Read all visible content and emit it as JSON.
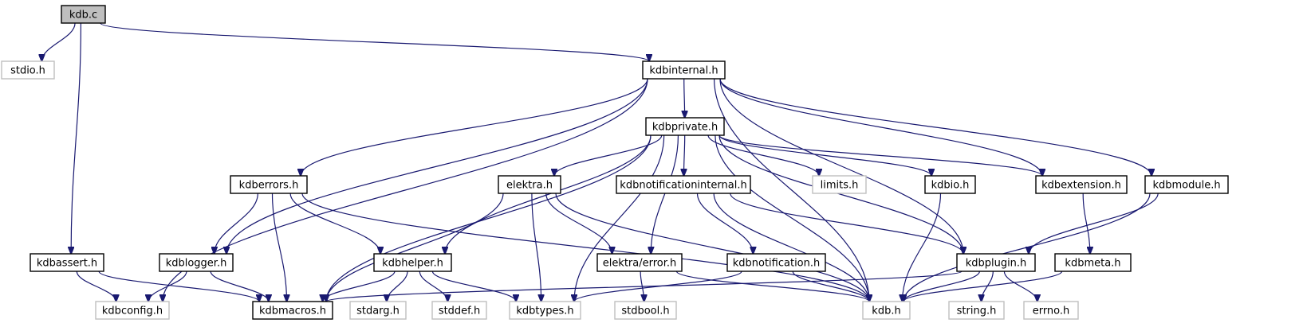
{
  "title": "kdb.c include dependency graph",
  "colors": {
    "edge": "#191970",
    "root_fill": "#bfbfbf",
    "root_stroke": "#000000",
    "node_fill": "#ffffff",
    "node_stroke": "#000000",
    "external_stroke": "#bfbfbf"
  },
  "nodes": [
    {
      "id": "kdb_c",
      "label": "kdb.c",
      "kind": "root"
    },
    {
      "id": "stdio_h",
      "label": "stdio.h",
      "kind": "external"
    },
    {
      "id": "kdbinternal_h",
      "label": "kdbinternal.h",
      "kind": "local"
    },
    {
      "id": "kdbprivate_h",
      "label": "kdbprivate.h",
      "kind": "local"
    },
    {
      "id": "kdberrors_h",
      "label": "kdberrors.h",
      "kind": "local"
    },
    {
      "id": "elektra_h",
      "label": "elektra.h",
      "kind": "local"
    },
    {
      "id": "kdbnotificationinternal_h",
      "label": "kdbnotificationinternal.h",
      "kind": "local"
    },
    {
      "id": "limits_h",
      "label": "limits.h",
      "kind": "external"
    },
    {
      "id": "kdbio_h",
      "label": "kdbio.h",
      "kind": "local"
    },
    {
      "id": "kdbextension_h",
      "label": "kdbextension.h",
      "kind": "local"
    },
    {
      "id": "kdbmodule_h",
      "label": "kdbmodule.h",
      "kind": "local"
    },
    {
      "id": "kdbassert_h",
      "label": "kdbassert.h",
      "kind": "local"
    },
    {
      "id": "kdblogger_h",
      "label": "kdblogger.h",
      "kind": "local"
    },
    {
      "id": "kdbhelper_h",
      "label": "kdbhelper.h",
      "kind": "local"
    },
    {
      "id": "elektra_error_h",
      "label": "elektra/error.h",
      "kind": "local"
    },
    {
      "id": "kdbnotification_h",
      "label": "kdbnotification.h",
      "kind": "local"
    },
    {
      "id": "kdbplugin_h",
      "label": "kdbplugin.h",
      "kind": "local"
    },
    {
      "id": "kdbmeta_h",
      "label": "kdbmeta.h",
      "kind": "local"
    },
    {
      "id": "kdbconfig_h",
      "label": "kdbconfig.h",
      "kind": "external"
    },
    {
      "id": "kdbmacros_h",
      "label": "kdbmacros.h",
      "kind": "local"
    },
    {
      "id": "stdarg_h",
      "label": "stdarg.h",
      "kind": "external"
    },
    {
      "id": "stddef_h",
      "label": "stddef.h",
      "kind": "external"
    },
    {
      "id": "kdbtypes_h",
      "label": "kdbtypes.h",
      "kind": "external"
    },
    {
      "id": "stdbool_h",
      "label": "stdbool.h",
      "kind": "external"
    },
    {
      "id": "kdb_h",
      "label": "kdb.h",
      "kind": "external"
    },
    {
      "id": "string_h",
      "label": "string.h",
      "kind": "external"
    },
    {
      "id": "errno_h",
      "label": "errno.h",
      "kind": "external"
    }
  ],
  "edges": [
    [
      "kdb_c",
      "stdio_h"
    ],
    [
      "kdb_c",
      "kdbinternal_h"
    ],
    [
      "kdb_c",
      "kdbassert_h"
    ],
    [
      "kdbinternal_h",
      "kdbprivate_h"
    ],
    [
      "kdbinternal_h",
      "kdberrors_h"
    ],
    [
      "kdbinternal_h",
      "kdblogger_h"
    ],
    [
      "kdbinternal_h",
      "kdbconfig_h"
    ],
    [
      "kdbinternal_h",
      "kdbplugin_h"
    ],
    [
      "kdbinternal_h",
      "kdbextension_h"
    ],
    [
      "kdbinternal_h",
      "kdbmodule_h"
    ],
    [
      "kdbinternal_h",
      "kdb_h"
    ],
    [
      "kdbprivate_h",
      "elektra_h"
    ],
    [
      "kdbprivate_h",
      "kdbnotificationinternal_h"
    ],
    [
      "kdbprivate_h",
      "limits_h"
    ],
    [
      "kdbprivate_h",
      "kdbio_h"
    ],
    [
      "kdbprivate_h",
      "kdbextension_h"
    ],
    [
      "kdbprivate_h",
      "kdbplugin_h"
    ],
    [
      "kdbprivate_h",
      "kdbhelper_h"
    ],
    [
      "kdbprivate_h",
      "kdbmacros_h"
    ],
    [
      "kdbprivate_h",
      "kdbtypes_h"
    ],
    [
      "kdbprivate_h",
      "elektra_error_h"
    ],
    [
      "kdbprivate_h",
      "kdb_h"
    ],
    [
      "kdberrors_h",
      "kdblogger_h"
    ],
    [
      "kdberrors_h",
      "kdbhelper_h"
    ],
    [
      "kdberrors_h",
      "kdbmacros_h"
    ],
    [
      "kdberrors_h",
      "kdb_h"
    ],
    [
      "elektra_h",
      "kdbmacros_h"
    ],
    [
      "elektra_h",
      "kdbtypes_h"
    ],
    [
      "elektra_h",
      "elektra_error_h"
    ],
    [
      "elektra_h",
      "kdb_h"
    ],
    [
      "kdbnotificationinternal_h",
      "kdbnotification_h"
    ],
    [
      "kdbnotificationinternal_h",
      "kdbplugin_h"
    ],
    [
      "kdbnotificationinternal_h",
      "kdb_h"
    ],
    [
      "kdbio_h",
      "kdb_h"
    ],
    [
      "kdbextension_h",
      "kdbmeta_h"
    ],
    [
      "kdbmodule_h",
      "kdbplugin_h"
    ],
    [
      "kdbmodule_h",
      "kdb_h"
    ],
    [
      "kdbassert_h",
      "kdbconfig_h"
    ],
    [
      "kdbassert_h",
      "kdbmacros_h"
    ],
    [
      "kdblogger_h",
      "kdbconfig_h"
    ],
    [
      "kdblogger_h",
      "kdbmacros_h"
    ],
    [
      "kdbhelper_h",
      "kdbmacros_h"
    ],
    [
      "kdbhelper_h",
      "stdarg_h"
    ],
    [
      "kdbhelper_h",
      "stddef_h"
    ],
    [
      "kdbhelper_h",
      "kdbtypes_h"
    ],
    [
      "elektra_error_h",
      "stdbool_h"
    ],
    [
      "elektra_error_h",
      "kdb_h"
    ],
    [
      "kdbnotification_h",
      "kdbtypes_h"
    ],
    [
      "kdbnotification_h",
      "kdb_h"
    ],
    [
      "kdbplugin_h",
      "kdbmacros_h"
    ],
    [
      "kdbplugin_h",
      "kdb_h"
    ],
    [
      "kdbplugin_h",
      "string_h"
    ],
    [
      "kdbplugin_h",
      "errno_h"
    ],
    [
      "kdbmeta_h",
      "kdb_h"
    ]
  ]
}
